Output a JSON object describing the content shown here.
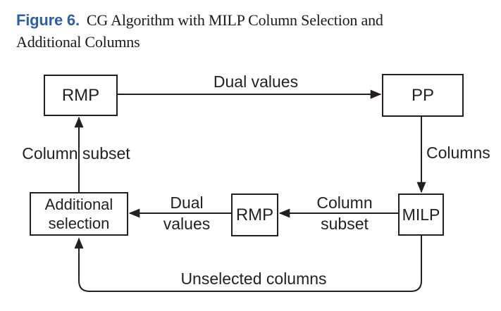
{
  "caption": {
    "label": "Figure 6.",
    "title_line1": "CG Algorithm with MILP Column Selection and",
    "title_line2": "Additional Columns"
  },
  "colors": {
    "caption_accent_blue": "#2e5fa6",
    "ink": "#231f20",
    "background": "#ffffff"
  },
  "diagram": {
    "nodes": [
      {
        "id": "rmp-top",
        "label": "RMP"
      },
      {
        "id": "pp",
        "label": "PP"
      },
      {
        "id": "milp",
        "label": "MILP"
      },
      {
        "id": "rmp-bottom",
        "label": "RMP"
      },
      {
        "id": "additional-selection",
        "label": "Additional selection"
      }
    ],
    "edges": [
      {
        "from": "rmp-top",
        "to": "pp",
        "label": "Dual values"
      },
      {
        "from": "pp",
        "to": "milp",
        "label": "Columns"
      },
      {
        "from": "milp",
        "to": "rmp-bottom",
        "label": "Column subset"
      },
      {
        "from": "rmp-bottom",
        "to": "additional-selection",
        "label": "Dual values"
      },
      {
        "from": "additional-selection",
        "to": "rmp-top",
        "label": "Column subset"
      },
      {
        "from": "milp",
        "to": "additional-selection",
        "label": "Unselected columns"
      }
    ]
  }
}
